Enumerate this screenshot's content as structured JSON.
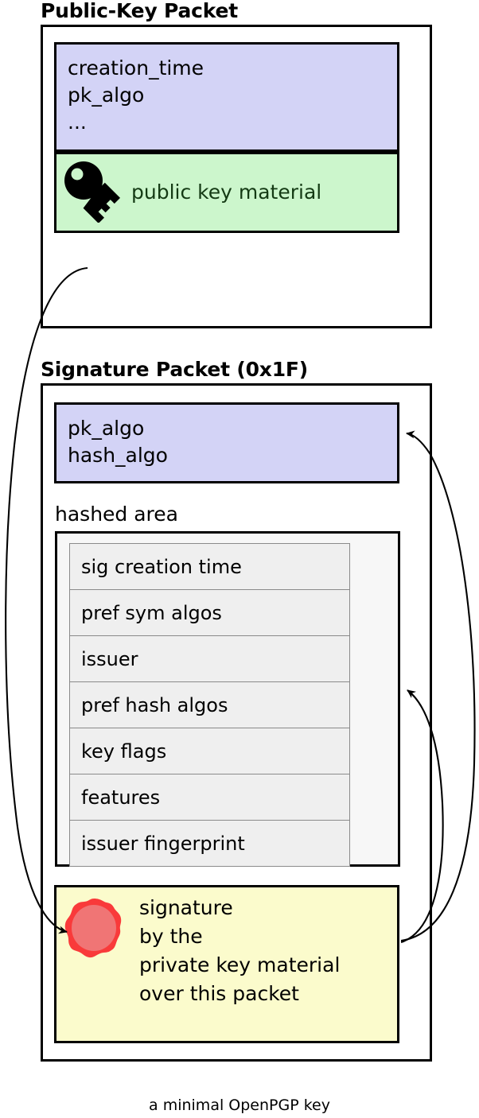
{
  "diagram": {
    "caption": "a minimal OpenPGP key",
    "colors": {
      "lavender": "#d3d3f6",
      "green": "#ccf6cc",
      "yellow": "#fbfbcc",
      "hashed_area_bg": "#f7f7f7",
      "subpacket_bg": "#efefef",
      "seal_outer": "#f93a3a",
      "seal_inner": "#f07575",
      "stroke": "#000000"
    }
  },
  "public_key_packet": {
    "title": "Public-Key Packet",
    "header_fields": {
      "icon": "none",
      "text": "creation_time\npk_algo\n..."
    },
    "key_material": {
      "icon": "key-icon",
      "label": "public key material"
    }
  },
  "signature_packet": {
    "title": "Signature Packet (0x1F)",
    "algo_fields": {
      "text": "pk_algo\nhash_algo"
    },
    "hashed_area": {
      "label": "hashed area",
      "subpackets": [
        "sig creation time",
        "pref sym algos",
        "issuer",
        "pref hash algos",
        "key flags",
        "features",
        "issuer fingerprint"
      ]
    },
    "signature_block": {
      "icon": "wax-seal-icon",
      "text": "signature\nby the\nprivate key material\nover this packet"
    }
  },
  "arrows": [
    {
      "name": "arrow-pubkey-to-signature",
      "from": "public-key-packet",
      "to": "signature-block"
    },
    {
      "name": "arrow-signature-to-algo-fields",
      "from": "signature-block",
      "to": "signature-algo-fields"
    },
    {
      "name": "arrow-signature-to-hashed-area",
      "from": "signature-block",
      "to": "hashed-area"
    }
  ]
}
